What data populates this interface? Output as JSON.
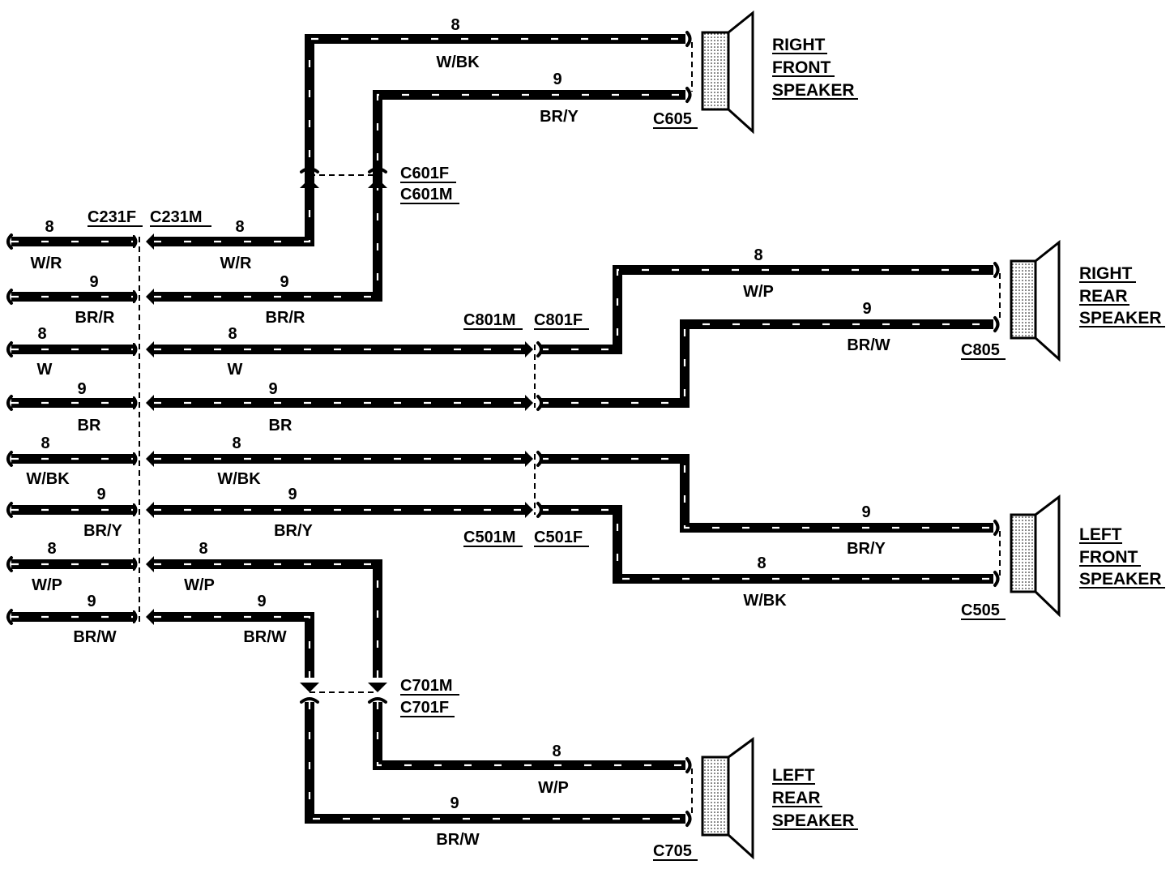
{
  "connectors": {
    "c231f": "C231F",
    "c231m": "C231M",
    "c601f": "C601F",
    "c601m": "C601M",
    "c801m": "C801M",
    "c801f": "C801F",
    "c501m": "C501M",
    "c501f": "C501F",
    "c701m": "C701M",
    "c701f": "C701F",
    "c605": "C605",
    "c805": "C805",
    "c505": "C505",
    "c705": "C705"
  },
  "speakers": {
    "right_front": [
      "RIGHT",
      "FRONT",
      "SPEAKER"
    ],
    "right_rear": [
      "RIGHT",
      "REAR",
      "SPEAKER"
    ],
    "left_front": [
      "LEFT",
      "FRONT",
      "SPEAKER"
    ],
    "left_rear": [
      "LEFT",
      "REAR",
      "SPEAKER"
    ]
  },
  "left_stubs": [
    {
      "circuit": "8",
      "color": "W/R"
    },
    {
      "circuit": "9",
      "color": "BR/R"
    },
    {
      "circuit": "8",
      "color": "W"
    },
    {
      "circuit": "9",
      "color": "BR"
    },
    {
      "circuit": "8",
      "color": "W/BK"
    },
    {
      "circuit": "9",
      "color": "BR/Y"
    },
    {
      "circuit": "8",
      "color": "W/P"
    },
    {
      "circuit": "9",
      "color": "BR/W"
    }
  ],
  "main_wires": [
    {
      "circuit": "8",
      "color": "W/R"
    },
    {
      "circuit": "9",
      "color": "BR/R"
    },
    {
      "circuit": "8",
      "color": "W"
    },
    {
      "circuit": "9",
      "color": "BR"
    },
    {
      "circuit": "8",
      "color": "W/BK"
    },
    {
      "circuit": "9",
      "color": "BR/Y"
    },
    {
      "circuit": "8",
      "color": "W/P"
    },
    {
      "circuit": "9",
      "color": "BR/W"
    }
  ],
  "right_front_wires": [
    {
      "circuit": "8",
      "color": "W/BK"
    },
    {
      "circuit": "9",
      "color": "BR/Y"
    }
  ],
  "right_rear_wires": [
    {
      "circuit": "8",
      "color": "W/P"
    },
    {
      "circuit": "9",
      "color": "BR/W"
    }
  ],
  "left_front_wires": [
    {
      "circuit": "9",
      "color": "BR/Y"
    },
    {
      "circuit": "8",
      "color": "W/BK"
    }
  ],
  "left_rear_wires": [
    {
      "circuit": "8",
      "color": "W/P"
    },
    {
      "circuit": "9",
      "color": "BR/W"
    }
  ]
}
